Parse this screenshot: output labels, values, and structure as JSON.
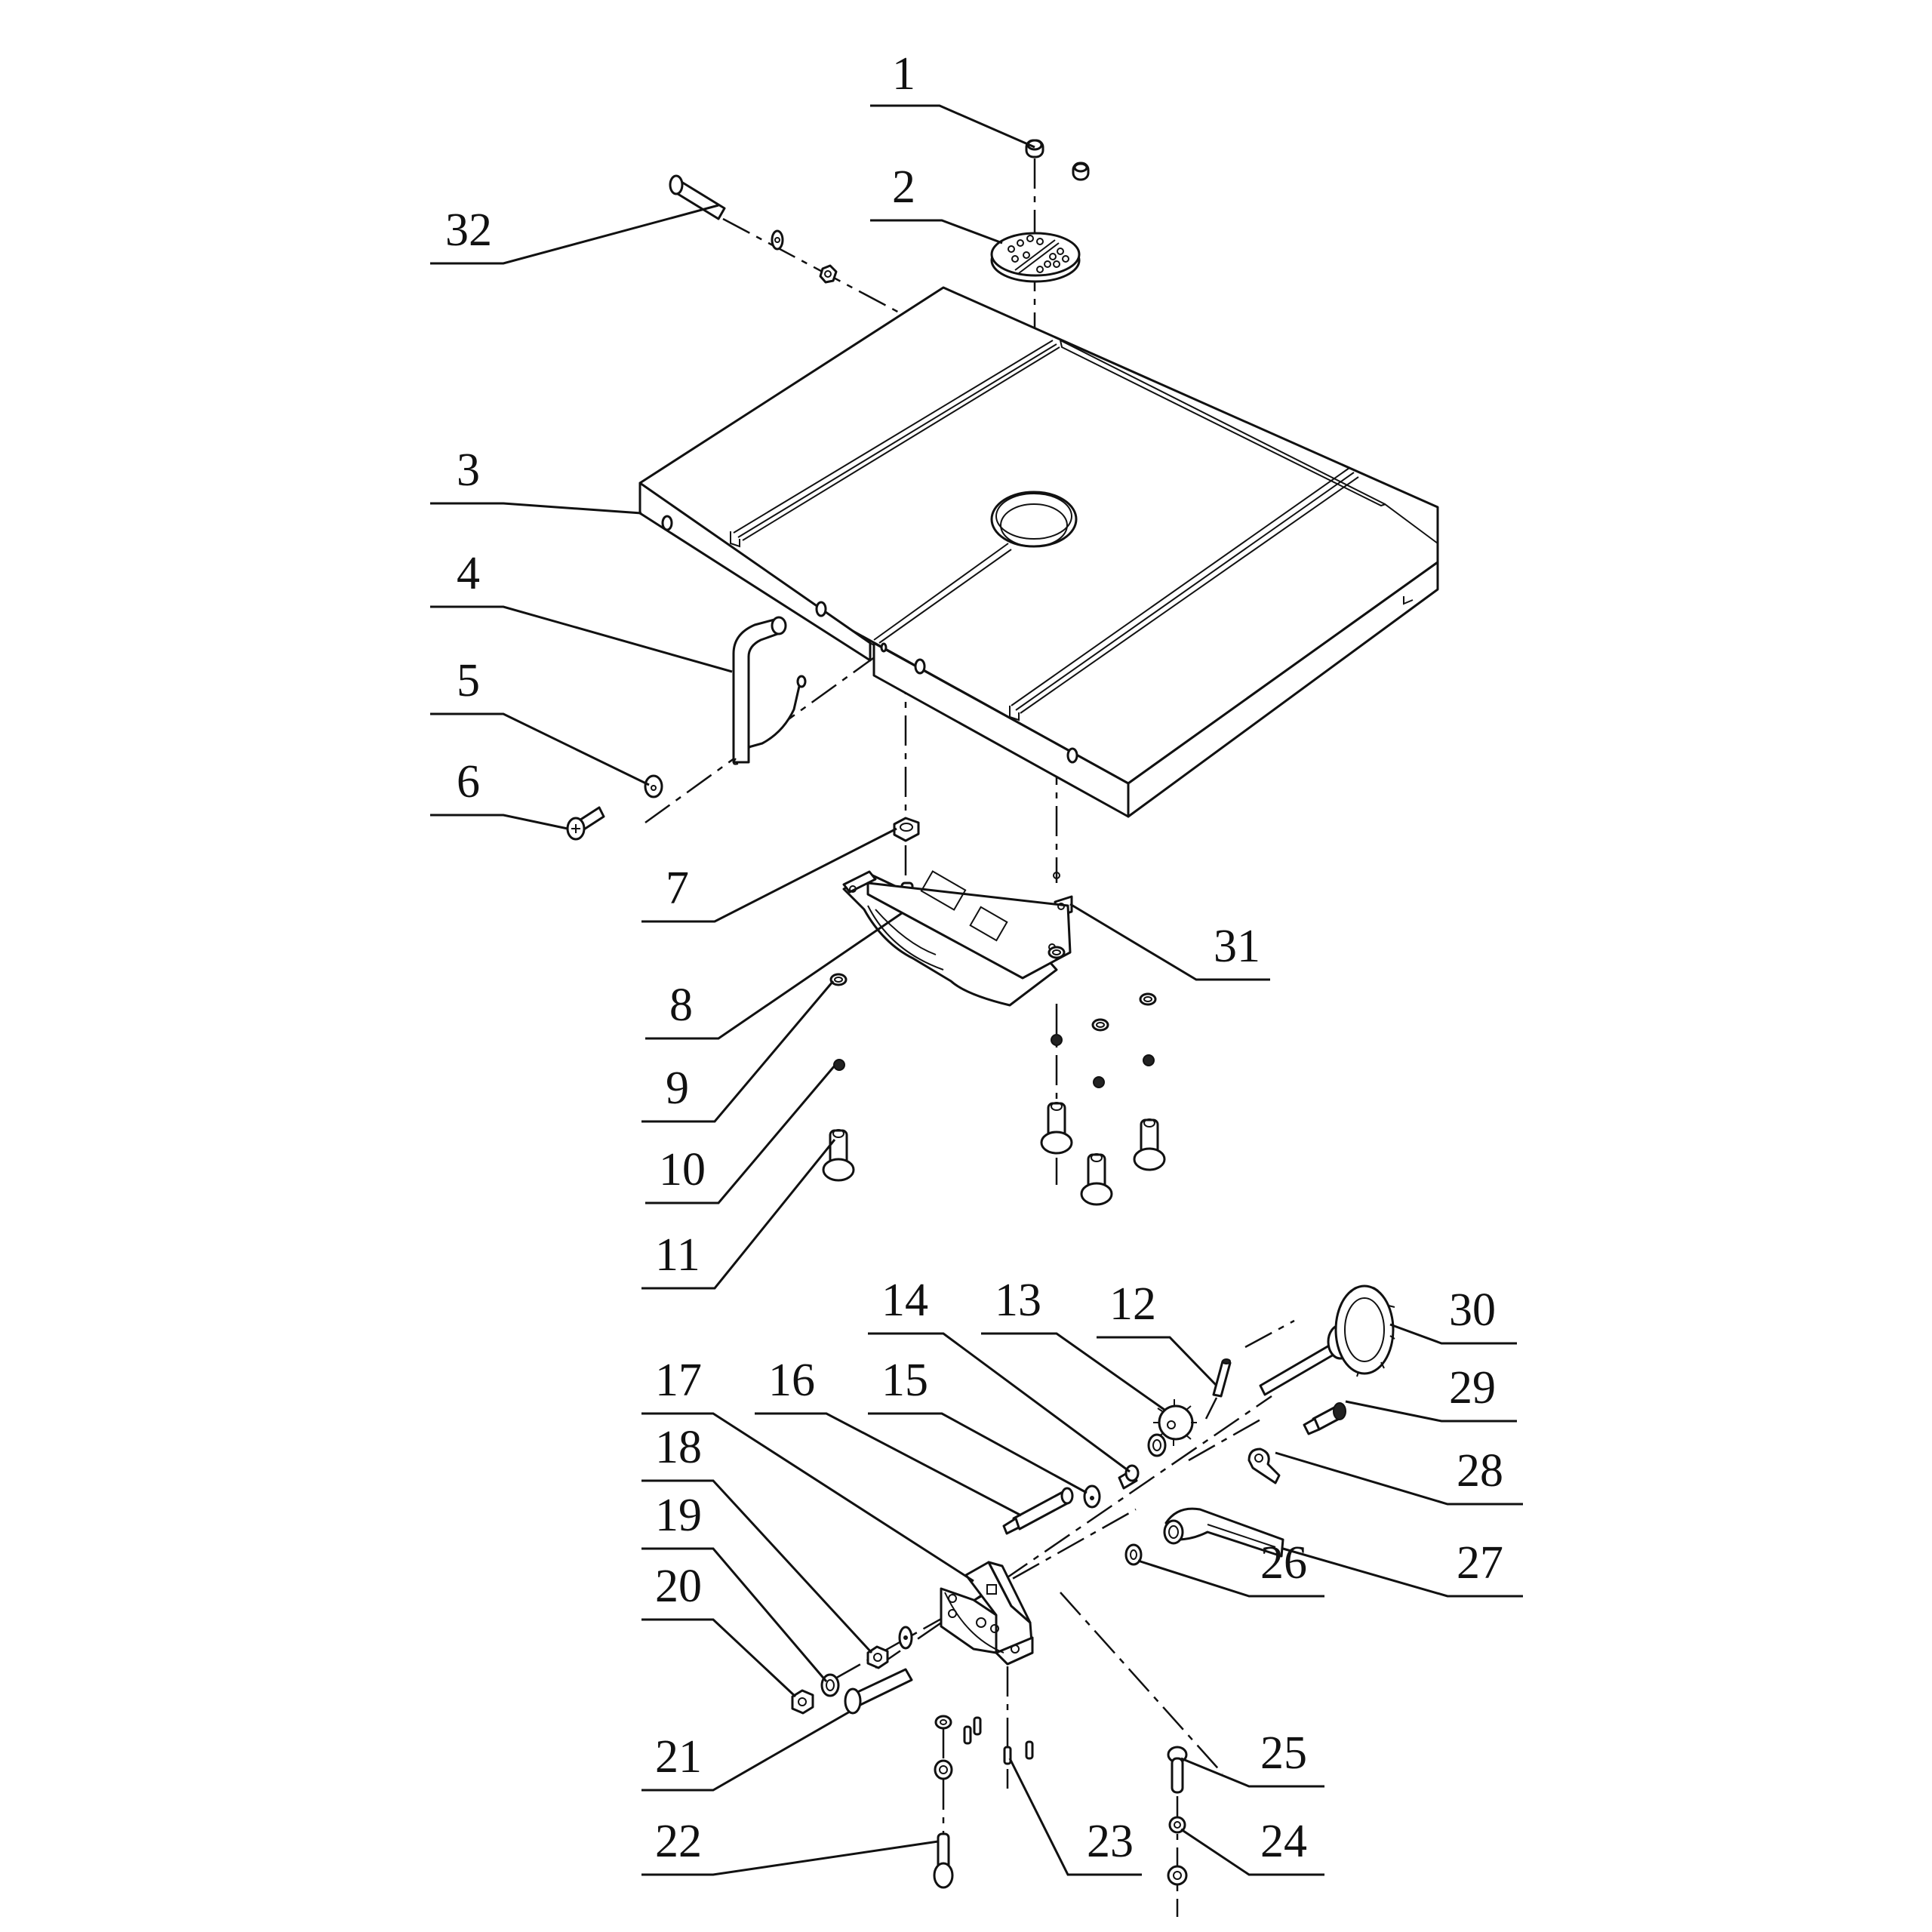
{
  "diagram": {
    "title": "Exploded view — table assembly with tilt trunnion and bevel lock",
    "callouts": [
      {
        "id": "1",
        "part": "set-screw"
      },
      {
        "id": "2",
        "part": "table-insert"
      },
      {
        "id": "3",
        "part": "table"
      },
      {
        "id": "4",
        "part": "blade-guard-hook"
      },
      {
        "id": "5",
        "part": "washer"
      },
      {
        "id": "6",
        "part": "pan-head-screw"
      },
      {
        "id": "7",
        "part": "hex-nut"
      },
      {
        "id": "8",
        "part": "hex-bolt"
      },
      {
        "id": "9",
        "part": "flat-washer"
      },
      {
        "id": "10",
        "part": "lock-washer"
      },
      {
        "id": "11",
        "part": "cap-screw"
      },
      {
        "id": "12",
        "part": "roll-pin"
      },
      {
        "id": "13",
        "part": "pinion-gear"
      },
      {
        "id": "14",
        "part": "set-screw"
      },
      {
        "id": "15",
        "part": "washer"
      },
      {
        "id": "16",
        "part": "shaft"
      },
      {
        "id": "17",
        "part": "trunnion-bracket"
      },
      {
        "id": "18",
        "part": "lock-nut"
      },
      {
        "id": "19",
        "part": "washer"
      },
      {
        "id": "20",
        "part": "hex-nut"
      },
      {
        "id": "21",
        "part": "carriage-bolt"
      },
      {
        "id": "22",
        "part": "cap-screw"
      },
      {
        "id": "23",
        "part": "set-screw"
      },
      {
        "id": "24",
        "part": "nut"
      },
      {
        "id": "25",
        "part": "pivot-pin"
      },
      {
        "id": "26",
        "part": "washer"
      },
      {
        "id": "27",
        "part": "lock-handle"
      },
      {
        "id": "28",
        "part": "pointer"
      },
      {
        "id": "29",
        "part": "screw"
      },
      {
        "id": "30",
        "part": "tilt-knob"
      },
      {
        "id": "31",
        "part": "trunnion"
      },
      {
        "id": "32",
        "part": "bolt"
      }
    ]
  }
}
